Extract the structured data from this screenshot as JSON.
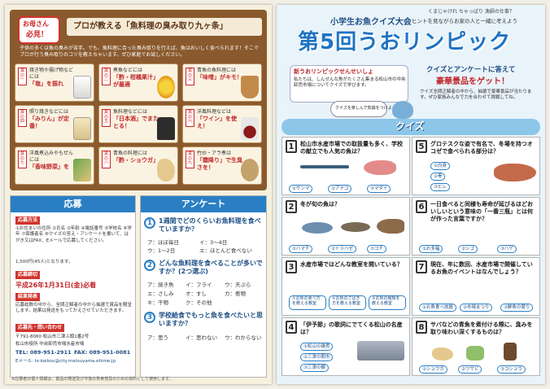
{
  "left": {
    "mom_tag": [
      "お母さん",
      "必見！"
    ],
    "tips_title": "プロが教える「魚料理の臭み取り九ヶ条」",
    "tips_intro": "子供の多くは魚の臭みが苦手。でも、魚料理に合った臭み取りを行えば、魚はおいしく食べられます！そこでプロが行う臭み取りのコツを教えちゃいます。ぜひ家庭でお試しください。",
    "tips": [
      {
        "n": "其の一",
        "text": "焼き物や揚げ物などには",
        "hl": "「塩」を振れ"
      },
      {
        "n": "其の二",
        "text": "煮魚などには",
        "hl": "「酢・柑橘果汁」が最適"
      },
      {
        "n": "其の三",
        "text": "青魚の魚料理には",
        "hl": "「味噌」がキモ！"
      },
      {
        "n": "其の四",
        "text": "照り焼きなどには",
        "hl": "「みりん」が定番！"
      },
      {
        "n": "其の五",
        "text": "魚料理などには",
        "hl": "「日本酒」でまたとる！"
      },
      {
        "n": "其の六",
        "text": "洋風料理などは",
        "hl": "「ワイン」を使え！"
      },
      {
        "n": "其の七",
        "text": "洋風煮込みやもぜんには",
        "hl": "「香味野菜」を"
      },
      {
        "n": "其の八",
        "text": "青魚の料理には",
        "hl": "「酢・ショウガ」"
      },
      {
        "n": "其の九",
        "text": "竹炒・アラ煮は",
        "hl": "「霜降り」で生臭さを！"
      }
    ],
    "entry": {
      "title": "応募",
      "method_tag": "応募方法",
      "method_text": "①お住まいの住所 ②氏名 ③年齢 ④電話番号 ⑤学校名 ⑥学年 ⑦保護者名 ⑧クイズの答え・アンケートを書いて、はがき又はFAX、Eメールで応募してください。",
      "prize_text": "1,500円(45人)となります。",
      "deadline_tag": "応募締切",
      "deadline": "平成26年1月31日(金)必着",
      "result_tag": "結果発表",
      "result_text": "応募総数の中から、全問正解者の中から抽選で賞品を贈呈します。結果は発送をもってかえさせていただきます。",
      "contact_tag": "応募先・問い合わせ",
      "address": "〒791-8060 松山市三津ふ頭1番2号",
      "office": "松山市役所 中央卸売市場水産市場",
      "tel": "TEL: 089-951-2911",
      "fax": "FAX: 089-951-0081",
      "email": "Eメール: ts-kaikou@city.matsuyama.ehime.jp"
    },
    "survey": {
      "title": "アンケート",
      "q1": "1週間でどのくらいお魚料理を食べていますか？",
      "q1_opts": [
        "ア：ほぼ毎日",
        "イ：3～4日",
        "ウ：1～2日",
        "エ：ほとんど食べない"
      ],
      "q2": "どんな魚料理を食べることが多いですか？(2つ選ぶ)",
      "q2_opts": [
        "ア：焼き魚",
        "イ：フライ",
        "ウ：天ぷら",
        "エ：さしみ",
        "オ：すし",
        "カ：煮物",
        "キ：干物",
        "ク：その他"
      ],
      "q3": "学校給食でもっと魚を食べたいと思いますか？",
      "q3_opts": [
        "ア：思う",
        "イ：思わない",
        "ウ：わからない"
      ]
    },
    "footer_note": "※应募者の個人情報は、賞品の発送及び今後の魚食普及のための資料として使用します。"
  },
  "right": {
    "header_small": "くまじゃけれ ちゃっぱり 漁師の仕事？",
    "header_hint": "ヒントを見ながらお家の人と一緒に考えよう",
    "event_name": "小学生お魚クイズ大会",
    "title": "第5回うおリンピック",
    "speech_title": "新うおリンピックせんせいしょ",
    "speech_text": "私たちは、しんせんな魚がたくさん集まる松山市の中央卸売市場についてクイズで学びます。",
    "promo1": "クイズとアンケートに答えて",
    "promo2": "豪華景品をゲット！",
    "promo_body": "クイズ全問正解者の中から、抽選で豪華景品が当たります。ぜひ家族みんなで力を合わせて挑戦してね。",
    "bubble": "クイズを楽しんで知識をつけよう",
    "quiz_label": "クイズ",
    "questions": [
      {
        "n": "1",
        "text": "松山市水産市場での取扱量も多く、学校の献立でも人気の魚は？",
        "choices": [
          "①サンマ",
          "②アナゴ",
          "③マダイ"
        ]
      },
      {
        "n": "2",
        "text": "冬が旬の魚は？",
        "choices": [
          "①ハマチ",
          "②トラハゼ",
          "③コチ"
        ]
      },
      {
        "n": "3",
        "text": "水産市場ではどんな教室を開いている？",
        "choices": [
          "①お魚の食べ方を教える教室",
          "②お魚のさばき方を教える教室",
          "③お魚の種類を教える教室"
        ]
      },
      {
        "n": "4",
        "text": "「伊予節」の歌詞にでてくる松山の名産は？",
        "choices": [
          "①松山の雑煮",
          "②三津の朝市",
          "③三津の鯛"
        ]
      },
      {
        "n": "5",
        "text": "グロテスクな姿で有名で、冬場を持つオコゼで食べられる部分は？",
        "choices": [
          "①白身",
          "②骨",
          "③ヒレ"
        ]
      },
      {
        "n": "6",
        "text": "一日食べると同様も寿命が延びるほどおいしいという意味の「一番三瓶」とは何が作った言葉ですか？",
        "choices": [
          "①お多福",
          "②シゴ",
          "③ハゲ"
        ]
      },
      {
        "n": "7",
        "text": "現在、年に数回、水産市場で開催しているお魚のイベントはなんでしょう？",
        "choices": [
          "①お魚食べ放題",
          "②市場まつり",
          "③鮮魚の競り"
        ]
      },
      {
        "n": "8",
        "text": "サバなどの青魚を煮付ける際に、臭みを取り味わい深くするものは？",
        "choices": [
          "①ショウガ",
          "②ワサビ",
          "③コショウ"
        ]
      }
    ]
  },
  "colors": {
    "accent": "#2a7fc4",
    "red": "#d0342c",
    "brown": "#8a5a2e"
  }
}
